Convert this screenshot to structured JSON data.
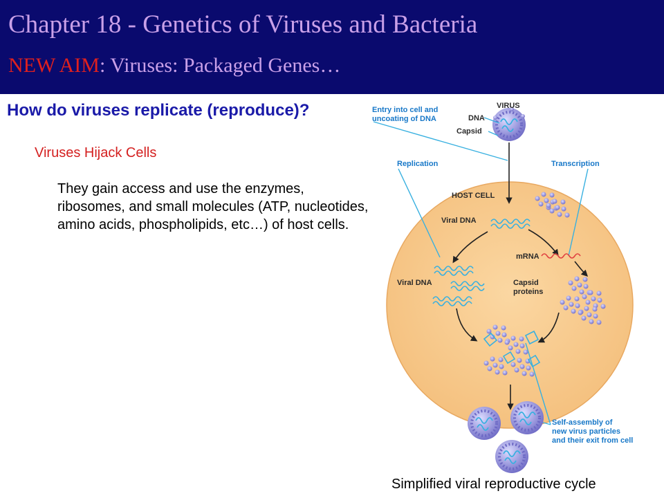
{
  "slide": {
    "title": "Chapter 18 - Genetics of  Viruses and Bacteria",
    "aim_prefix": "NEW AIM",
    "aim_rest": ": Viruses: Packaged Genes…",
    "question": "How do viruses replicate (reproduce)?",
    "subheading": "Viruses Hijack Cells",
    "paragraph": "They gain access and use the enzymes, ribosomes, and small molecules (ATP, nucleotides, amino acids, phospholipids, etc…) of host cells.",
    "caption": "Simplified viral reproductive cycle"
  },
  "diagram": {
    "labels": {
      "entry_line1": "Entry into cell and",
      "entry_line2": "uncoating of DNA",
      "virus": "VIRUS",
      "dna": "DNA",
      "capsid": "Capsid",
      "replication": "Replication",
      "transcription": "Transcription",
      "host_cell": "HOST CELL",
      "viral_dna_top": "Viral DNA",
      "mrna": "mRNA",
      "viral_dna_left": "Viral DNA",
      "capsid_proteins_line1": "Capsid",
      "capsid_proteins_line2": "proteins",
      "self_assembly_line1": "Self-assembly of",
      "self_assembly_line2": "new virus particles",
      "self_assembly_line3": "and their exit from cell"
    },
    "colors": {
      "header_bg": "#0a0a6e",
      "title_text": "#c9a0e8",
      "aim_red": "#e0201e",
      "question_blue": "#1a1aa8",
      "cell_fill": "#f8c98a",
      "dna_cyan": "#38b0e0",
      "mrna_red": "#e04040",
      "protein_purple": "#8a88d8",
      "label_cyan": "#1878c8"
    }
  }
}
